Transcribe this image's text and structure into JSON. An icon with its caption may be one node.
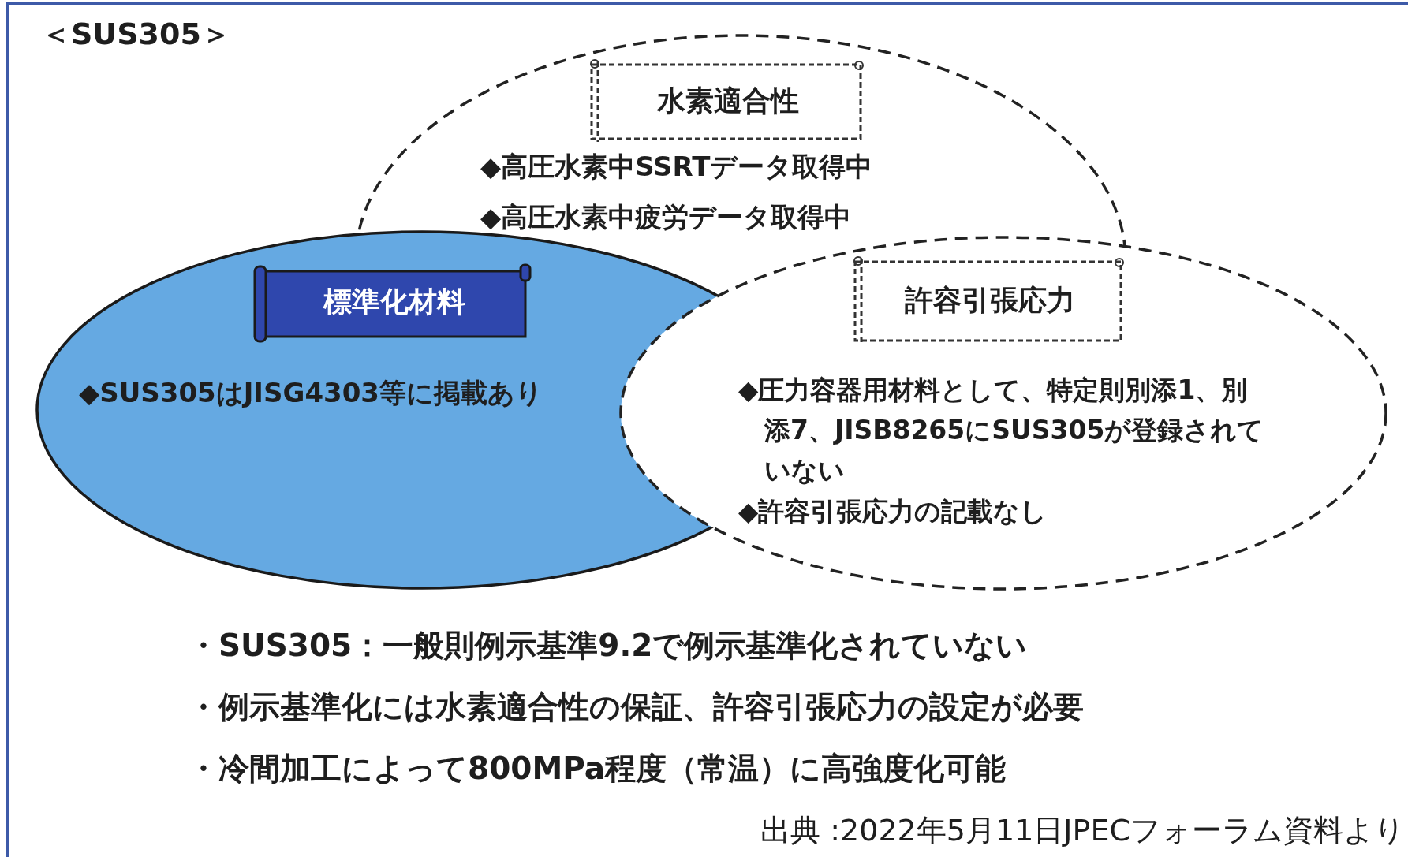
{
  "diagram": {
    "title": "＜SUS305＞",
    "caption": "出典 :2022年5月11日JPECフォーラム資料より",
    "nodes": [
      {
        "text": [
          "◆高圧水素中SSRTデータ取得中",
          "◆高圧水素中疲労データ取得中"
        ]
      },
      {
        "text": [
          "水素適合性"
        ],
        "in": 0
      },
      {
        "text": [
          "◆SUS305はJISG4303等に掲載あり"
        ]
      },
      {
        "text": [
          "標準化材料"
        ],
        "in": 2
      },
      {
        "text": [
          "◆圧力容器用材料として、特定則別添1、別添7、JISB8265にSUS305が登録されていない",
          "◆許容引張応力の記載なし"
        ]
      },
      {
        "text": [
          "許容引張応力"
        ]
      }
    ],
    "labels": [
      "・SUS305：一般則例示基準9.2で例示基準化されていない",
      "・例示基準化には水素適合性の保証、許容引張応力の設定が必要",
      "・冷間加工によって800MPa程度（常温）に高強度化可能"
    ]
  }
}
